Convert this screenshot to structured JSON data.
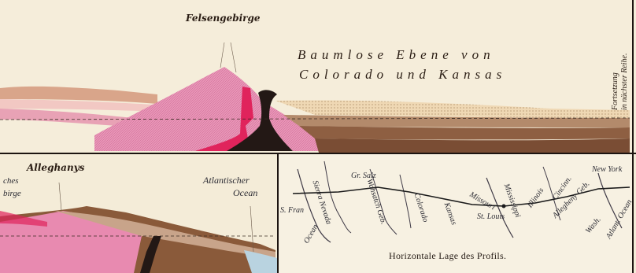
{
  "upper_profile": {
    "peak_label": "Felsengebirge",
    "plain_line1": "Baumlose Ebene von",
    "plain_line2": "Colorado und Kansas",
    "continuation_line1": "Fortsetzung",
    "continuation_line2": "in nächster Reihe."
  },
  "lower_profile": {
    "partial_top": "ches",
    "partial_bottom": "birge",
    "mountain_label": "Alleghanys",
    "ocean_line1": "Atlantischer",
    "ocean_line2": "Ocean"
  },
  "horizontal_map": {
    "caption": "Horizontale Lage des Profils.",
    "place_names": [
      "S. Fran",
      "Gr. Salz",
      "Sierra Nevada",
      "Wahsatch Geb.",
      "Colorado",
      "Kansas",
      "Missouri",
      "St. Louis",
      "Mississippi",
      "Illinois",
      "Cincinn.",
      "Allegheny Geb.",
      "New York",
      "Wash.",
      "Atlant. Ocean",
      "Ocean"
    ]
  },
  "colors": {
    "granite_pink": "#e88ab0",
    "volcanic_red": "#e0245c",
    "basalt_black": "#231815",
    "strata_brown": "#8a5a3a",
    "paper": "#f4ecd8"
  }
}
